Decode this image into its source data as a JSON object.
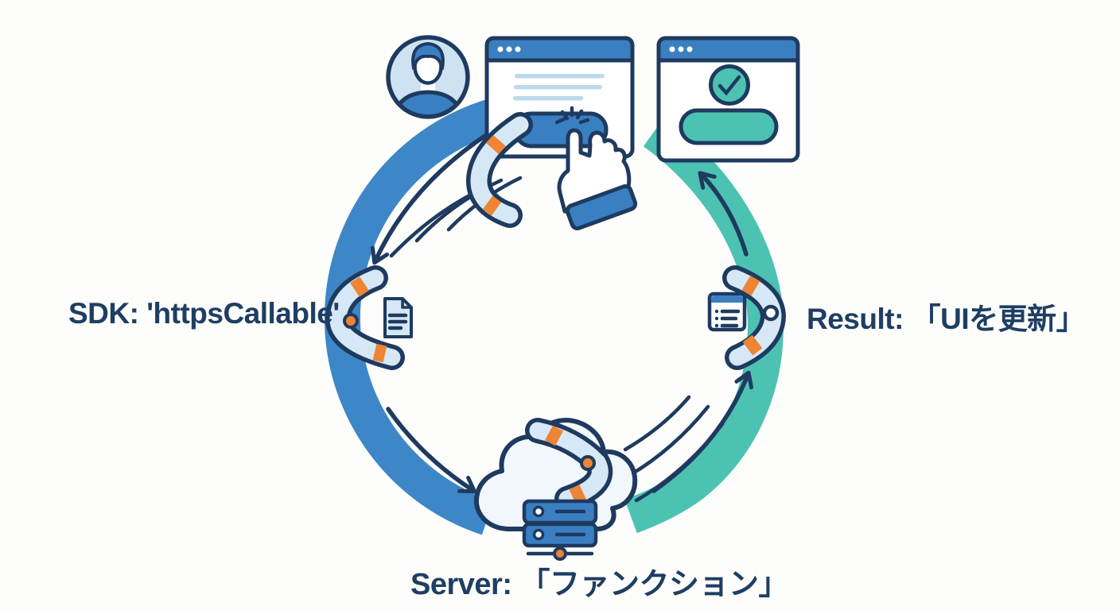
{
  "page": {
    "background": "#fdfdfb"
  },
  "labels": {
    "sdk": "SDK: 'httpsCallable'",
    "result": "Result: 「UIを更新」",
    "server": "Server: 「ファンクション」"
  },
  "colors": {
    "navy": "#1e3a5f",
    "blue": "#3d86c8",
    "ui-blue": "#3a7fc2",
    "teal": "#4cc2b2",
    "light-blue": "#d6e8f5",
    "pale-blue": "#cde3f1",
    "line-blue": "#bcd9ec",
    "cloud-white": "#f1f7fc",
    "orange": "#ee8434",
    "label-navy": "#1e3e63"
  },
  "scene": {
    "user_window": {
      "titlebar_dots": 3,
      "content_lines": 3
    },
    "result_window": {
      "titlebar_dots": 3,
      "has_check": true,
      "has_success_button": true
    },
    "cycle": {
      "left_arc_color": "#3d86c8",
      "right_arc_color": "#4cc2b2",
      "direction": "counterclockwise"
    }
  },
  "icons": {
    "user": "user-avatar-icon",
    "click": "cursor-hand-icon",
    "payload": "boomerang-icon",
    "request": "document-icon",
    "response": "list-window-icon",
    "success": "check-circle-icon",
    "backend": "cloud-server-icon",
    "network": "network-node-icon"
  }
}
